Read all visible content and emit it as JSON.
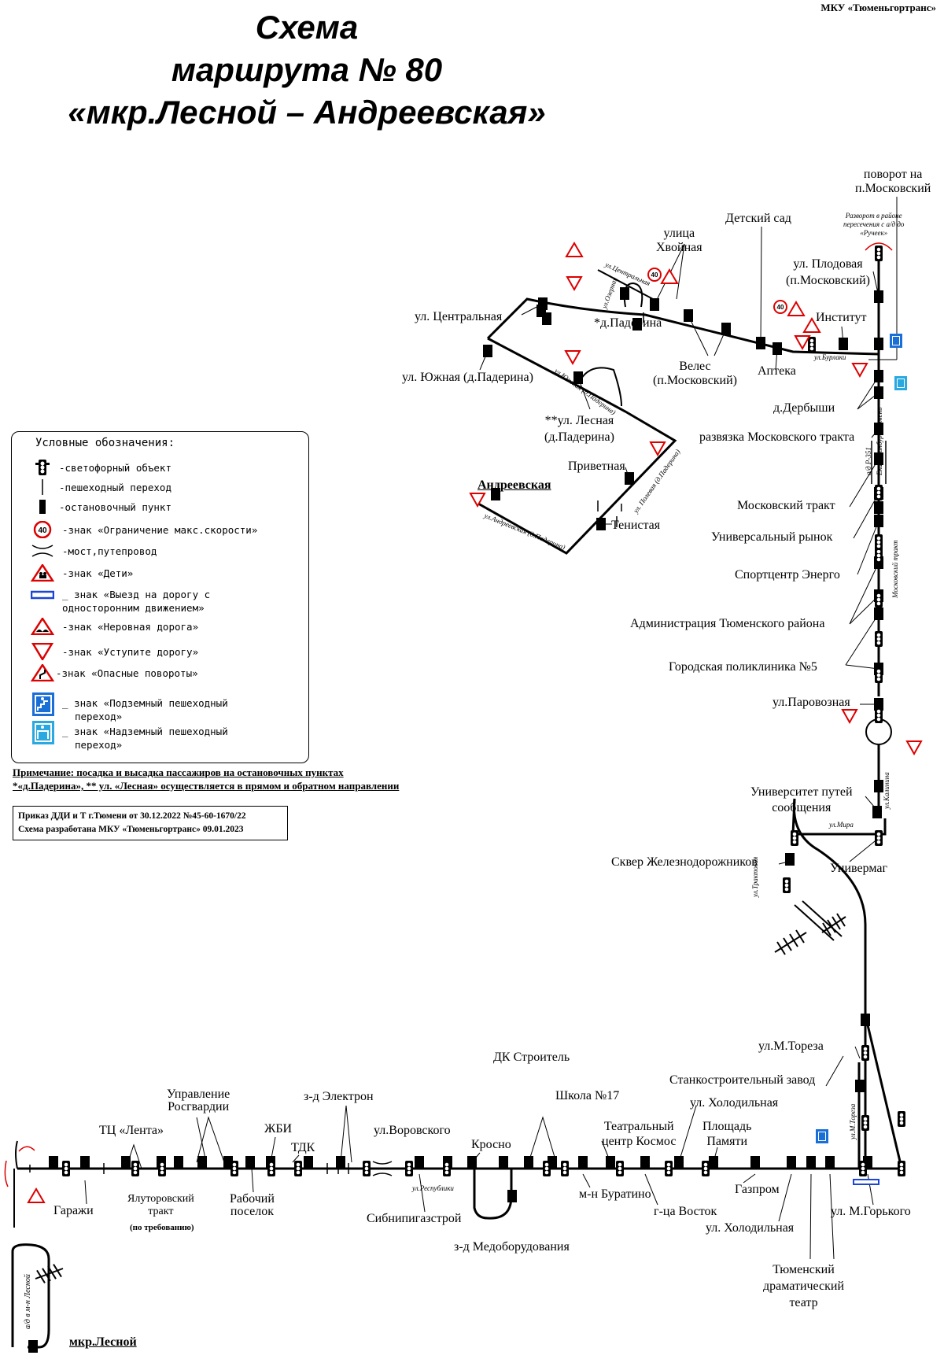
{
  "title": {
    "line1": "Схема",
    "line2": "маршрута № 80",
    "line3": "«мкр.Лесной – Андреевская»"
  },
  "organization": "МКУ «Тюменьгортранс»",
  "legend": {
    "title": "Условные обозначения:",
    "items": [
      {
        "icon": "traffic-light-icon",
        "text": "-светофорный объект"
      },
      {
        "icon": "crosswalk-icon",
        "text": "-пешеходный переход"
      },
      {
        "icon": "bus-stop-icon",
        "text": "-остановочный пункт"
      },
      {
        "icon": "speed-limit-40-icon",
        "text": "-знак «Ограничение макс.скорости»"
      },
      {
        "icon": "bridge-icon",
        "text": "-мост,путепровод"
      },
      {
        "icon": "children-sign-icon",
        "text": "-знак «Дети»"
      },
      {
        "icon": "one-way-exit-sign-icon",
        "text": "_ знак «Выезд на дорогу с",
        "text2": "односторонним движением»"
      },
      {
        "icon": "rough-road-sign-icon",
        "text": "-знак «Неровная дорога»"
      },
      {
        "icon": "yield-sign-icon",
        "text": "-знак «Уступите дорогу»"
      },
      {
        "icon": "dangerous-curves-sign-icon",
        "text": "-знак «Опасные повороты»"
      },
      {
        "icon": "underground-crossing-sign-icon",
        "text": "_ знак «Подземный пешеходный",
        "text2": "переход»"
      },
      {
        "icon": "overhead-crossing-sign-icon",
        "text": "_ знак «Надземный пешеходный",
        "text2": "переход»"
      }
    ]
  },
  "note": {
    "label": "Примечание:",
    "line1": " посадка и высадка пассажиров на остановочных пунктах",
    "line2": "*«д.Падерина», ** ул. «Лесная» осуществляется в прямом и обратном направлении"
  },
  "order": {
    "line1": "Приказ ДДИ и Т г.Тюмени от 30.12.2022 №45-60-1670/22",
    "line2": "Схема разработана МКУ «Тюменьгортранс» 09.01.2023"
  },
  "stops": {
    "les_noy": "мкр.Лесной",
    "garazhi": "Гаражи",
    "lenta": "ТЦ «Лента»",
    "rosgvardia": "Управление\nРосгвардии",
    "yalutorovsky": "Ялуторовский\nтракт",
    "po_trebovaniyu": "(по требованию)",
    "rabochiy": "Рабочий\nпоселок",
    "zhbi": "ЖБИ",
    "tdk": "ТДК",
    "elektron": "з-д Электрон",
    "vorovskogo": "ул.Воровского",
    "sibnipi": "Сибнипигазстрой",
    "krosno": "Кросно",
    "dk": "ДК Строитель",
    "medobor": "з-д Медоборудования",
    "school17": "Школа №17",
    "buratino": "м-н Буратино",
    "kosmos": "Театральный\nцентр Космос",
    "vostok": "г-ца Восток",
    "pl_pamyati": "Площадь\nПамяти",
    "holodilnaya_top": "ул. Холодильная",
    "holodilnaya_bot": "ул. Холодильная",
    "gazprom": "Газпром",
    "stankozavod": "Станкостроительный завод",
    "drama": "Тюменский\nдраматический\nтеатр",
    "gorkogo": "ул. М.Горького",
    "toreza": "ул.М.Тореза",
    "univermag": "Универмаг",
    "skver": "Сквер Железнодорожников",
    "ups": "Университет путей\nсообщения",
    "parovoznaya": "ул.Паровозная",
    "poliklinika": "Городская поликлиника №5",
    "admin": "Администрация Тюменского района",
    "energo": "Спортцентр Энерго",
    "rynok": "Универсальный рынок",
    "mosk_trakt": "Московский тракт",
    "razvyazka": "развязка Московского тракта",
    "derbyshi": "д.Дербыши",
    "institut": "Институт",
    "plodovaya": "ул. Плодовая\n(п.Московский)",
    "povorot": "поворот на\nп.Московский",
    "razvorot": "Разворот в районе\nпересечения с а/д до\n«Ручеек»",
    "detsad": "Детский сад",
    "apteka": "Аптека",
    "veles": "Велес\n(п.Московский)",
    "hvoynaya": "улица\nХвойная",
    "paderina": "*д.Падерина",
    "centralnaya": "ул. Центральная",
    "yuzhnaya": "ул. Южная (д.Падерина)",
    "lesnaya": "**ул. Лесная\n(д.Падерина)",
    "privetnaya": "Приветная",
    "tenistaya": "Тенистая",
    "andreevskaya": "Андреевская"
  },
  "streets": {
    "respubliki": "ул.Республики",
    "mira": "ул.Мира",
    "traktovaya": "ул.Трактовая",
    "kalinina": "ул.Калинина",
    "m_toreza": "ул.М.Тореза",
    "moskovsky_trakt": "Московский тракт",
    "r351": "а/д Р-351\nЕкатеринбург-Тюмень",
    "burlaki": "ул.Бурлаки",
    "centralnaya": "ул.Центральная",
    "ozernaya": "ул.Озерная",
    "yuzhnaya": "ул.Южная (д.Падерина)",
    "polevaya": "ул. Полевая (д.Падерина)",
    "andreevskaya": "ул.Андреевская (д.Падерина)",
    "ad_lesnoy": "а/д в м-н Лесной"
  },
  "signs": {
    "speed": "40"
  }
}
